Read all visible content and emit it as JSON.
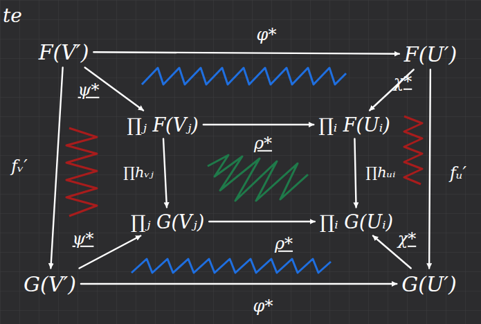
{
  "diagram": {
    "nodes": [
      {
        "text": [
          "F(V′)"
        ]
      },
      {
        "text": [
          "F(U′)"
        ]
      },
      {
        "text": [
          "∏ⱼ F(Vⱼ)"
        ]
      },
      {
        "text": [
          "∏ᵢ F(Uᵢ)"
        ]
      },
      {
        "text": [
          "∏ⱼ G(Vⱼ)"
        ]
      },
      {
        "text": [
          "∏ᵢ G(Uᵢ)"
        ]
      },
      {
        "text": [
          "G(V′)"
        ]
      },
      {
        "text": [
          "G(U′)"
        ]
      }
    ],
    "edges": [
      {
        "from": 0,
        "to": 1,
        "arrow": "to",
        "label": "φ*"
      },
      {
        "from": 0,
        "to": 2,
        "arrow": "to",
        "label": "ψ*"
      },
      {
        "from": 1,
        "to": 3,
        "arrow": "to",
        "label": "χ*"
      },
      {
        "from": 0,
        "to": 6,
        "arrow": "to",
        "label": "fᵥ′"
      },
      {
        "from": 1,
        "to": 7,
        "arrow": "to",
        "label": "fᵤ′"
      },
      {
        "from": 2,
        "to": 3,
        "arrow": "to",
        "label": "ρ*"
      },
      {
        "from": 2,
        "to": 4,
        "arrow": "to",
        "label": "∏hᵥⱼ"
      },
      {
        "from": 3,
        "to": 5,
        "arrow": "to",
        "label": "∏hᵤᵢ"
      },
      {
        "from": 4,
        "to": 5,
        "arrow": "to",
        "label": "ρ*"
      },
      {
        "from": 6,
        "to": 4,
        "arrow": "to",
        "label": "ψ*"
      },
      {
        "from": 7,
        "to": 5,
        "arrow": "to",
        "label": "χ*"
      },
      {
        "from": 6,
        "to": 7,
        "arrow": "to",
        "label": "φ*"
      }
    ],
    "labels": [
      "te"
    ]
  }
}
